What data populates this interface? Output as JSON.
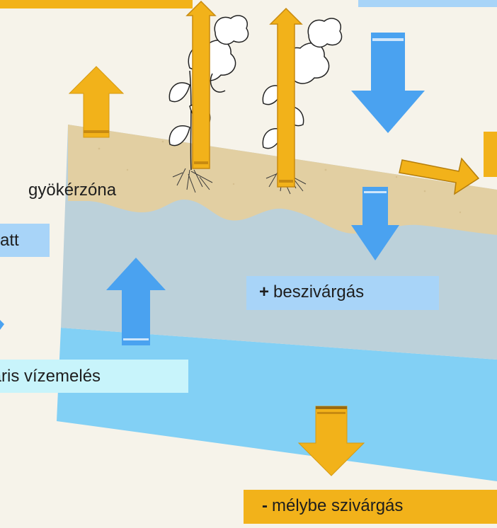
{
  "labels": {
    "root_zone": "gyökérzóna",
    "rain_fragment": "att",
    "infiltration_sign": "+",
    "infiltration": "beszivárgás",
    "capillary_fragment": "lláris vízemelés",
    "deep_percolation_sign": "-",
    "deep_percolation": "mélybe szivárgás"
  },
  "colors": {
    "background": "#f6f3ea",
    "soil": "#e2cfa2",
    "groundwater_zone": "#bcd1da",
    "water_table": "#7bcdf6",
    "orange_arrow": "#f2b21a",
    "blue_arrow": "#4aa2f0",
    "label_blue": "#a8d4f8",
    "label_cyan": "#c8f4fb",
    "label_orange": "#f2b21a"
  },
  "icons": [
    "plant-icon",
    "up-arrow-icon",
    "down-arrow-icon",
    "right-arrow-icon"
  ]
}
